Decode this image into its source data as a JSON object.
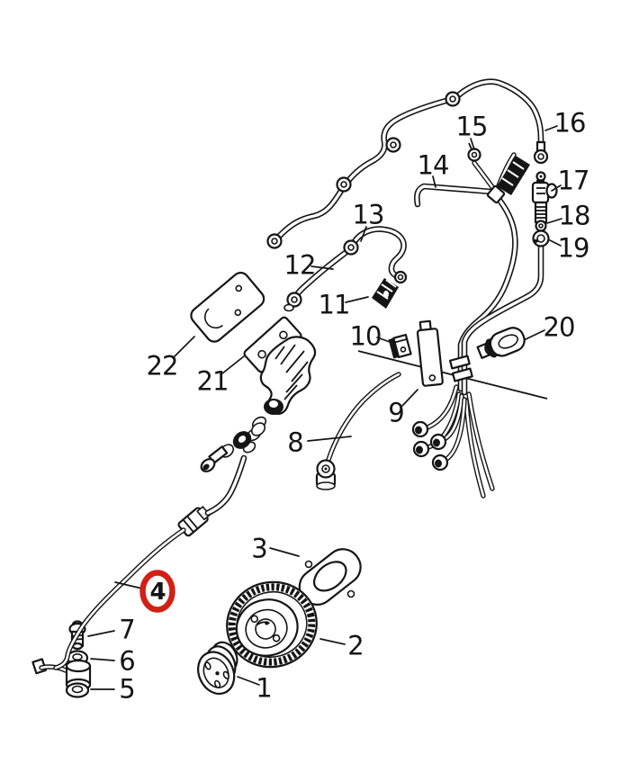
{
  "figure": {
    "kind": "exploded-parts-diagram",
    "subject": "fuel injection pipe assembly"
  },
  "colors": {
    "ink": "#151515",
    "background": "#ffffff"
  },
  "highlight": {
    "part_label": "4",
    "color": "#d22015"
  },
  "callouts": [
    "1",
    "2",
    "3",
    "4",
    "5",
    "6",
    "7",
    "8",
    "9",
    "10",
    "11",
    "12",
    "13",
    "14",
    "15",
    "16",
    "17",
    "18",
    "19",
    "20",
    "21",
    "22"
  ]
}
